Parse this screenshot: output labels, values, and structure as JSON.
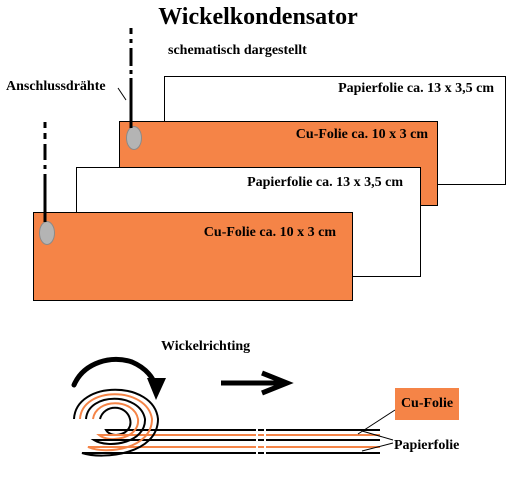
{
  "title": "Wickelkondensator",
  "subtitle": "schematisch dargestellt",
  "wires_label": "Anschlussdrähte",
  "sheets": {
    "paper_back": "Papierfolie ca. 13 x 3,5 cm",
    "copper_back": "Cu-Folie ca. 10 x 3 cm",
    "paper_front": "Papierfolie ca. 13 x 3,5 cm",
    "copper_front": "Cu-Folie ca. 10 x 3 cm"
  },
  "winding_direction_label": "Wickelrichting",
  "legend": {
    "copper": "Cu-Folie",
    "paper": "Papierfolie"
  },
  "colors": {
    "copper": "#f58447",
    "paper": "#ffffff",
    "terminal": "#b4b4b4",
    "outline": "#000000"
  }
}
